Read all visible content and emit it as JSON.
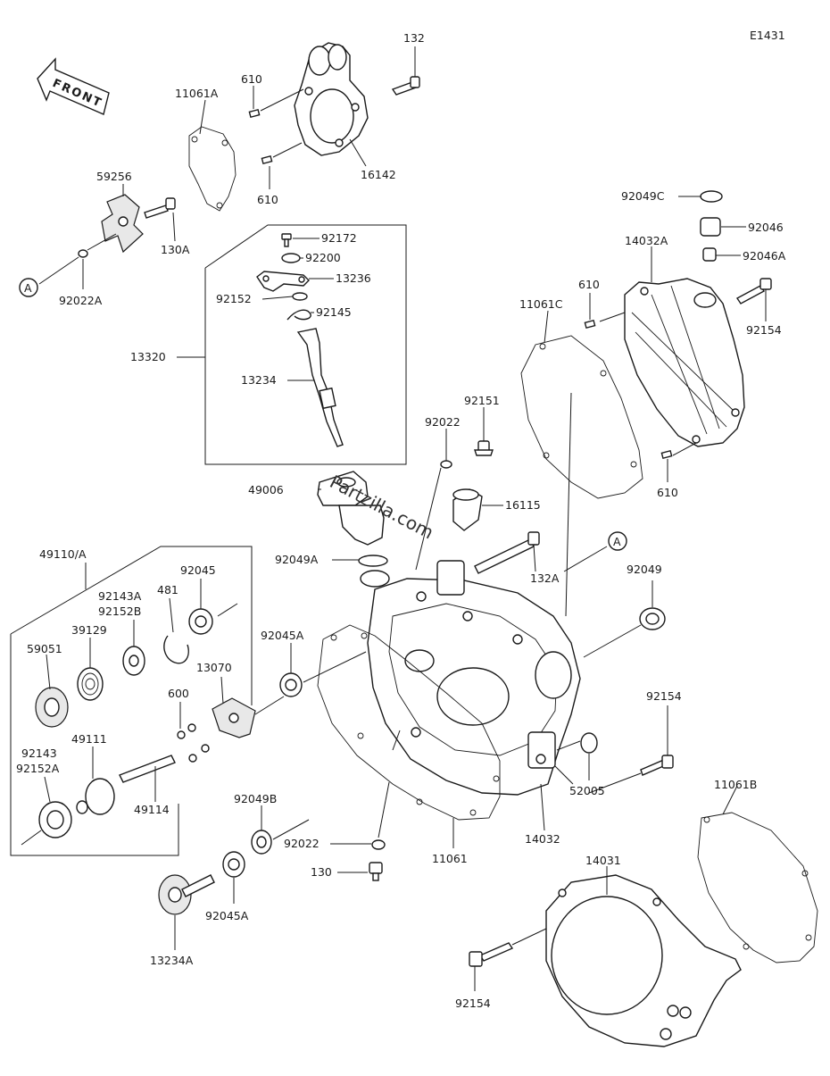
{
  "diagram_code": "E1431",
  "front_label": "FRONT",
  "watermark": "Partzilla.com",
  "ref_marker": "A",
  "labels": {
    "p132": "132",
    "p610_top": "610",
    "p11061A": "11061A",
    "p16142": "16142",
    "p610_mid": "610",
    "p59256": "59256",
    "p130A": "130A",
    "p92022A": "92022A",
    "p92172": "92172",
    "p92200": "92200",
    "p13236": "13236",
    "p92152": "92152",
    "p92145": "92145",
    "p13320": "13320",
    "p13234": "13234",
    "p49006": "49006",
    "p92049C": "92049C",
    "p92046": "92046",
    "p14032A": "14032A",
    "p92046A": "92046A",
    "p610_right": "610",
    "p11061C": "11061C",
    "p92154_r1": "92154",
    "p92151": "92151",
    "p92022_mid": "92022",
    "p610_right2": "610",
    "p16115": "16115",
    "p49110A": "49110/A",
    "p92045": "92045",
    "p92143A": "92143A",
    "p92152B": "92152B",
    "p481": "481",
    "p39129": "39129",
    "p59051": "59051",
    "p92049A": "92049A",
    "p132A": "132A",
    "p92049": "92049",
    "p92045A_mid": "92045A",
    "p13070": "13070",
    "p600": "600",
    "p92154_r2": "92154",
    "p92143": "92143",
    "p92152A": "92152A",
    "p49111": "49111",
    "p49114": "49114",
    "p52005": "52005",
    "p11061B": "11061B",
    "p92049B": "92049B",
    "p92022_bot": "92022",
    "p130": "130",
    "p11061": "11061",
    "p14032": "14032",
    "p14031": "14031",
    "p92045A_bot": "92045A",
    "p13234A": "13234A",
    "p92154_bot": "92154"
  }
}
